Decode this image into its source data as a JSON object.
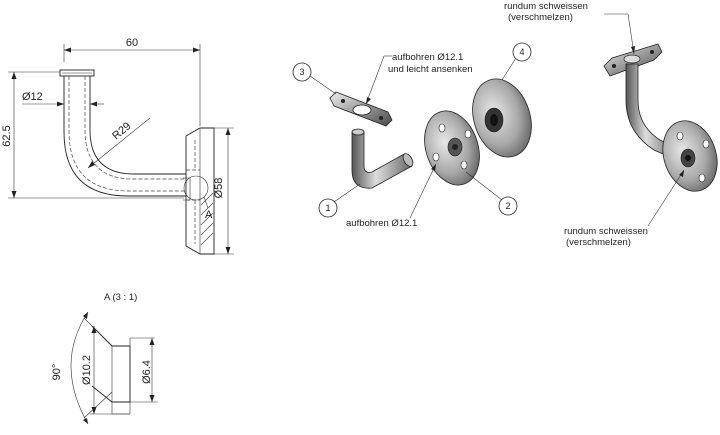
{
  "drawing": {
    "dims": {
      "width": "60",
      "height": "62.5",
      "tube_diameter": "Ø12",
      "bend_radius": "R29",
      "plate_diameter": "Ø58",
      "section_ref": "A"
    },
    "detail": {
      "title": "A (3 : 1)",
      "angle": "90°",
      "outer_diameter": "Ø10.2",
      "inner_diameter": "Ø6.4"
    },
    "callouts": [
      {
        "number": "1"
      },
      {
        "number": "2"
      },
      {
        "number": "3"
      },
      {
        "number": "4"
      }
    ],
    "notes": {
      "drill_countersink_line1": "aufbohren Ø12.1",
      "drill_countersink_line2": "und leicht ansenken",
      "drill": "aufbohren Ø12.1",
      "weld_top_line1": "rundum schweissen",
      "weld_top_line2": "(verschmelzen)",
      "weld_right_line1": "rundum schweissen",
      "weld_right_line2": "(verschmelzen)"
    }
  }
}
